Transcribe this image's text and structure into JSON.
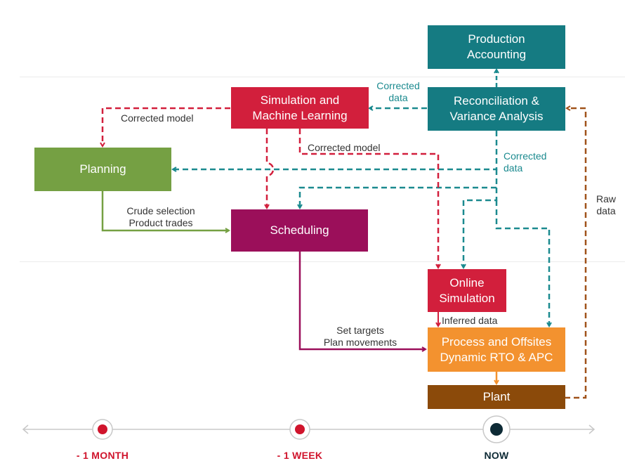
{
  "colors": {
    "teal": "#157b82",
    "red": "#d21f3c",
    "green": "#75a043",
    "purple": "#9b0f5a",
    "orange": "#f3922f",
    "brown": "#8b4a0a",
    "timeline_red": "#d0142c",
    "timeline_dark": "#0d2a35"
  },
  "boxes": {
    "production_accounting": "Production\nAccounting",
    "reconciliation": "Reconciliation &\nVariance Analysis",
    "simulation_ml": "Simulation and\nMachine Learning",
    "planning": "Planning",
    "scheduling": "Scheduling",
    "online_simulation": "Online\nSimulation",
    "process_offsites": "Process and Offsites\nDynamic RTO & APC",
    "plant": "Plant"
  },
  "labels": {
    "corrected_data_top": "Corrected\ndata",
    "corrected_model_left": "Corrected model",
    "corrected_model_mid": "Corrected model",
    "corrected_data_right": "Corrected\ndata",
    "raw_data": "Raw\ndata",
    "crude_product": "Crude selection\nProduct trades",
    "set_targets": "Set targets\nPlan movements",
    "inferred_data": "Inferred data"
  },
  "timeline": {
    "points": [
      {
        "label": "- 1 MONTH",
        "style": "red"
      },
      {
        "label": "- 1 WEEK",
        "style": "red"
      },
      {
        "label": "NOW",
        "style": "dark"
      }
    ]
  }
}
